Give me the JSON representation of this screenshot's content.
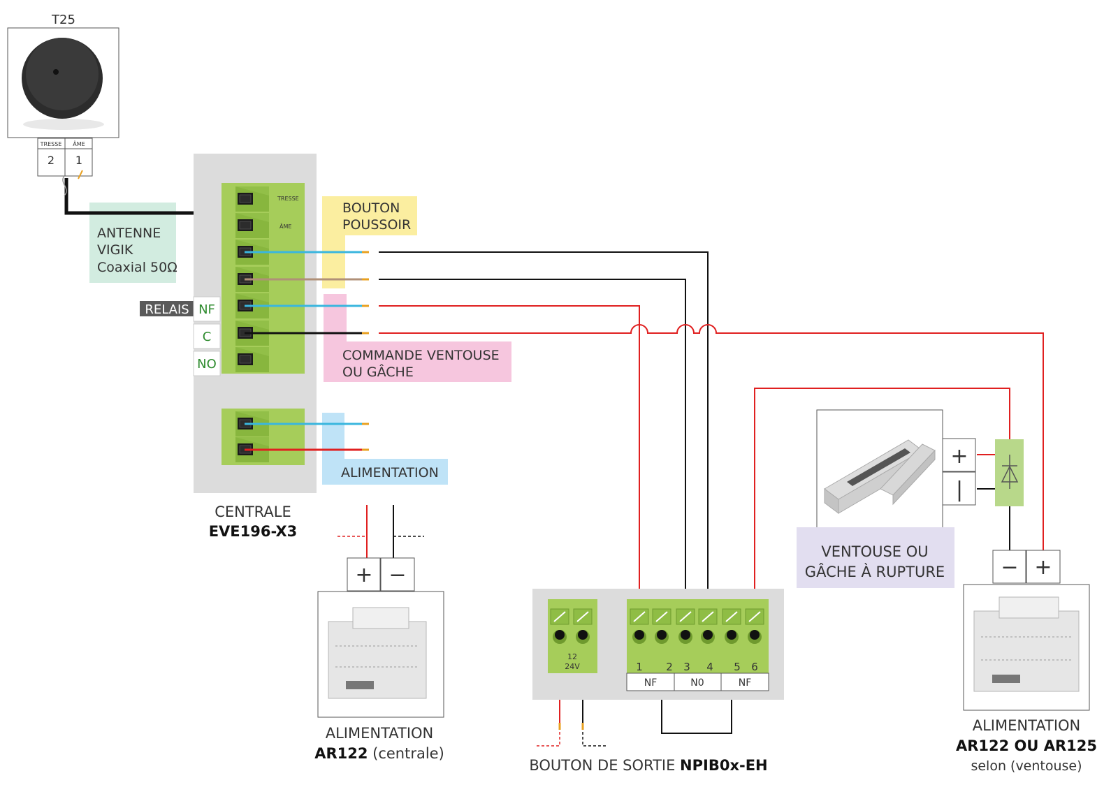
{
  "colors": {
    "panel": "#dcdcdc",
    "terminal": "#a6cd5a",
    "terminal_dark": "#86b03a",
    "antenna_bg": "#d2ece0",
    "button_bg": "#fbeea0",
    "command_bg": "#f6c6de",
    "power_bg": "#bfe3f7",
    "ventouse_bg": "#e2def0",
    "relay_bg": "#595959",
    "wire_red": "#e02020",
    "wire_black": "#111111",
    "wire_blue": "#3ab6de",
    "wire_brown": "#b09078",
    "diode_bg": "#b8d88a"
  },
  "t25": {
    "title": "T25",
    "col_left_header": "TRESSE",
    "col_right_header": "ÂME",
    "col_left_num": "2",
    "col_right_num": "1"
  },
  "central": {
    "pin_tresse": "TRESSE",
    "pin_ame": "ÂME",
    "name": "CENTRALE",
    "model": "EVE196-X3"
  },
  "antenna": {
    "line1": "ANTENNE",
    "line2": "VIGIK",
    "line3": "Coaxial 50Ω"
  },
  "relay": {
    "label": "RELAIS",
    "nf": "NF",
    "c": "C",
    "no": "NO"
  },
  "push_button": {
    "line1": "BOUTON",
    "line2": "POUSSOIR"
  },
  "command": {
    "line1": "COMMANDE VENTOUSE",
    "line2": "OU GÂCHE"
  },
  "power_label": {
    "text": "ALIMENTATION"
  },
  "psu_central": {
    "plus": "+",
    "minus": "−",
    "line1": "ALIMENTATION",
    "model": "AR122",
    "suffix": " (centrale)"
  },
  "exit_button": {
    "power_12": "12",
    "power_24": "24V",
    "pins": [
      "1",
      "2",
      "3",
      "4",
      "5",
      "6"
    ],
    "groups": [
      "NF",
      "N0",
      "NF"
    ],
    "caption_prefix": "BOUTON DE SORTIE ",
    "caption_model": "NPIB0x-EH"
  },
  "ventouse": {
    "plus": "+",
    "minus": "|",
    "line1": "VENTOUSE OU",
    "line2": "GÂCHE À RUPTURE"
  },
  "psu_ventouse": {
    "minus": "−",
    "plus": "+",
    "line1": "ALIMENTATION",
    "model": "AR122 OU AR125",
    "line3": "selon (ventouse)"
  }
}
